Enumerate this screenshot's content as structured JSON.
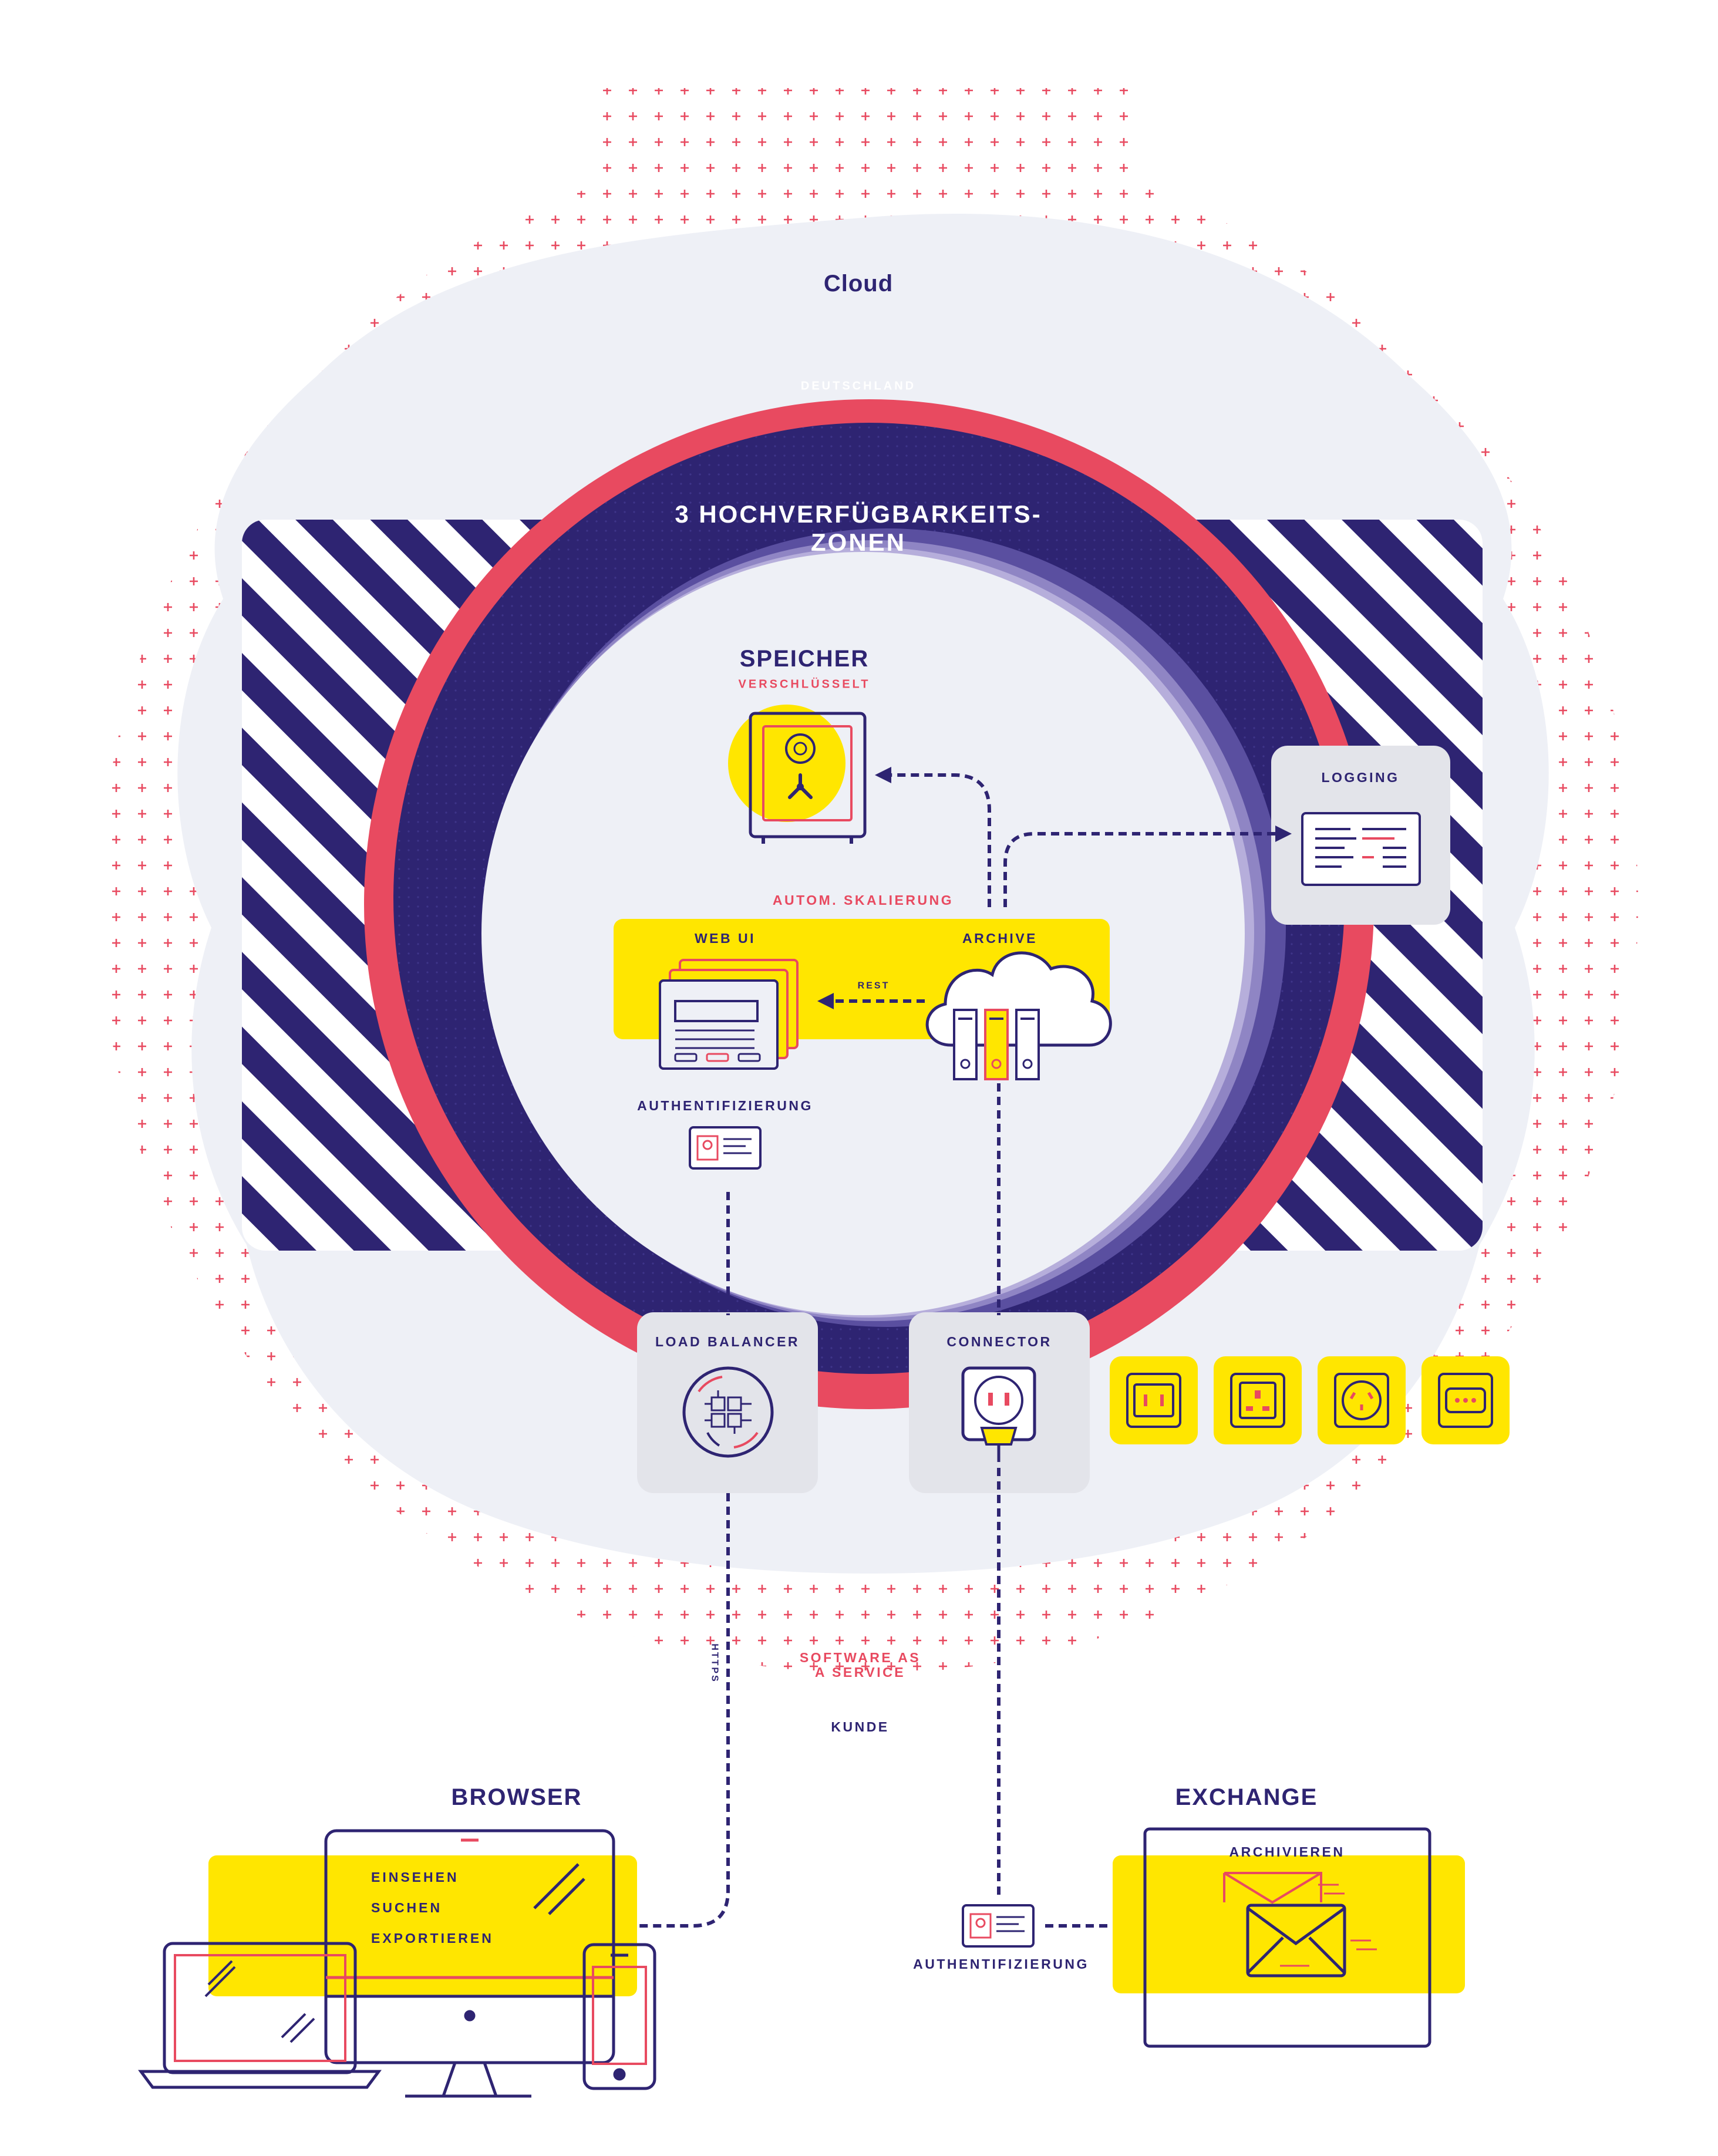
{
  "diagram": {
    "cloud_label": "Cloud",
    "region_label": "DEUTSCHLAND",
    "zones_label_line1": "3 HOCHVERFÜGBARKEITS-",
    "zones_label_line2": "ZONEN",
    "storage": {
      "title": "SPEICHER",
      "subtitle": "VERSCHLÜSSELT"
    },
    "autoscaling_label": "AUTOM. SKALIERUNG",
    "web_ui_label": "WEB UI",
    "archive_label": "ARCHIVE",
    "rest_label": "REST",
    "auth_label_cloud": "AUTHENTIFIZIERUNG",
    "logging_label": "LOGGING",
    "load_balancer_label": "LOAD BALANCER",
    "connector_label": "CONNECTOR",
    "https_label": "HTTPS",
    "saas_line1": "SOFTWARE AS",
    "saas_line2": "A SERVICE",
    "customer_label": "KUNDE",
    "browser": {
      "title": "BROWSER",
      "actions": [
        "EINSEHEN",
        "SUCHEN",
        "EXPORTIEREN"
      ]
    },
    "exchange": {
      "title": "EXCHANGE",
      "action": "ARCHIVIEREN"
    },
    "auth_label_customer": "AUTHENTIFIZIERUNG",
    "colors": {
      "navy": "#2e2472",
      "red": "#e84a60",
      "yellow": "#ffe600",
      "cloud_gray": "#eef0f6",
      "box_gray": "#e3e4ea",
      "zone_purple": "#8f85c4"
    },
    "icons": [
      "safe-icon",
      "logging-screen-icon",
      "web-ui-windows-icon",
      "cloud-archive-icon",
      "id-card-icon",
      "load-balancer-icon",
      "power-plug-icon",
      "socket-type-a-icon",
      "socket-type-g-icon",
      "socket-type-i-icon",
      "socket-type-c-icon",
      "envelope-icon",
      "laptop-icon",
      "desktop-monitor-icon",
      "smartphone-icon"
    ]
  }
}
